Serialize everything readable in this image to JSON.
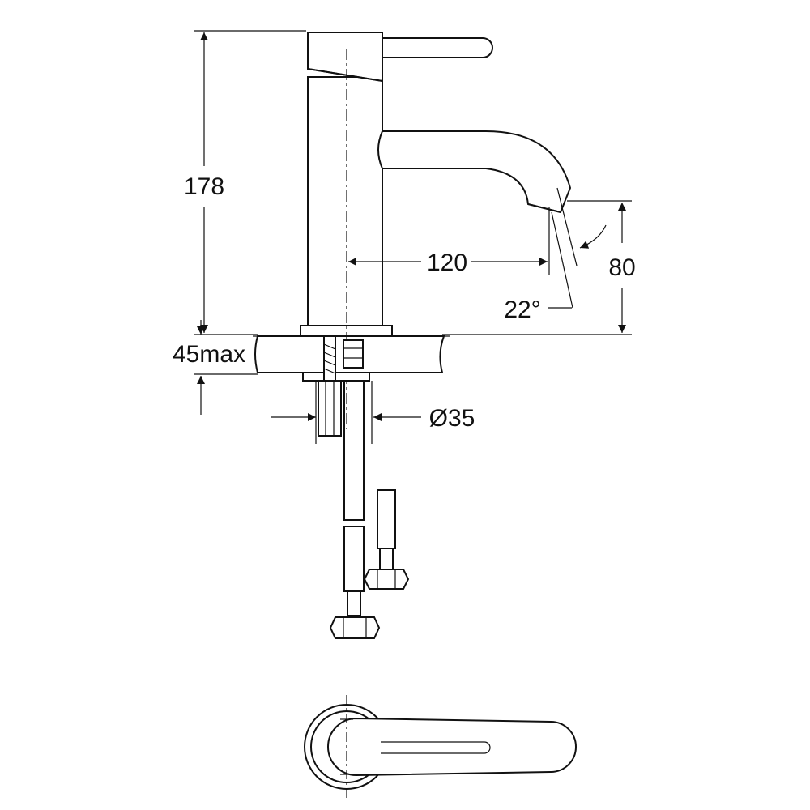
{
  "dimensions": {
    "height_total": "178",
    "countertop_max": "45max",
    "spout_reach": "120",
    "spout_height": "80",
    "spout_angle": "22°",
    "hole_diameter": "Ø35"
  },
  "colors": {
    "line": "#111111",
    "background": "#ffffff",
    "countertop_fill": "#e6e6e6"
  }
}
